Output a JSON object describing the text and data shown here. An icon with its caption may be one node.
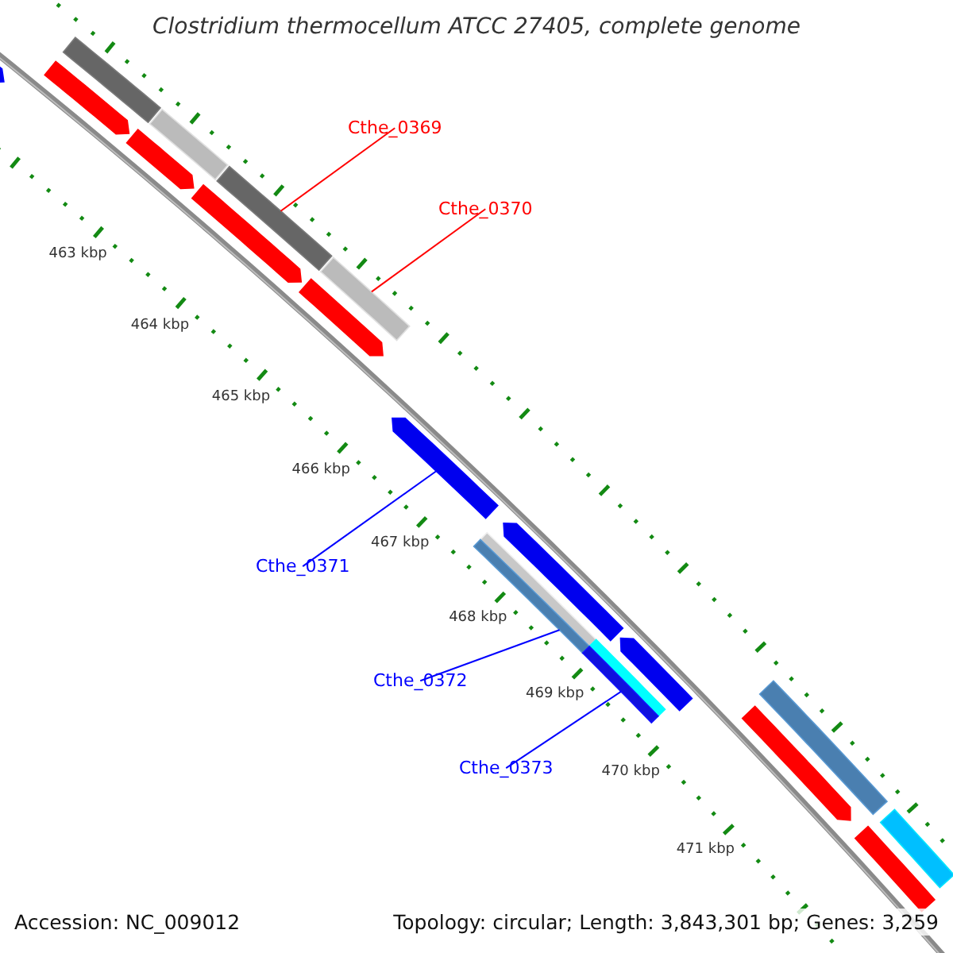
{
  "diagram": {
    "title": "Clostridium thermocellum ATCC 27405, complete genome",
    "nodes": [
      {
        "text": [],
        "shape": "arrow"
      },
      {
        "text": [],
        "shape": "bar"
      },
      {
        "text": [],
        "shape": "arrow"
      },
      {
        "text": [],
        "shape": "bar"
      },
      {
        "text": [],
        "shape": "arrow"
      },
      {
        "text": [
          "Cthe_0369"
        ]
      },
      {
        "text": [],
        "shape": "bar"
      },
      {
        "text": [],
        "shape": "arrow"
      },
      {
        "text": [
          "Cthe_0370"
        ]
      },
      {
        "text": [],
        "shape": "bar"
      },
      {
        "text": [],
        "shape": "arrow"
      },
      {
        "text": [],
        "shape": "arrow"
      },
      {
        "text": [],
        "shape": "arrow"
      },
      {
        "text": [
          "Cthe_0371"
        ]
      },
      {
        "text": [],
        "shape": "bar"
      },
      {
        "text": [],
        "shape": "bar"
      },
      {
        "text": [
          "Cthe_0372"
        ]
      },
      {
        "text": [],
        "shape": "arrow"
      },
      {
        "text": [],
        "shape": "bar"
      },
      {
        "text": [],
        "shape": "bar"
      },
      {
        "text": [
          "Cthe_0373"
        ]
      },
      {
        "text": [],
        "shape": "bar"
      },
      {
        "text": [],
        "shape": "arrow"
      },
      {
        "text": [],
        "shape": "bar"
      },
      {
        "text": [],
        "shape": "bar"
      }
    ],
    "edges": [
      {
        "from": 5,
        "to": 6,
        "arrow": "none",
        "color": "#ff0000"
      },
      {
        "from": 8,
        "to": 9,
        "arrow": "none",
        "color": "#ff0000"
      },
      {
        "from": 13,
        "to": 11,
        "arrow": "none"
      },
      {
        "from": 16,
        "to": 15,
        "arrow": "none"
      },
      {
        "from": 20,
        "to": 19,
        "arrow": "none"
      }
    ],
    "labels": [
      "463 kbp",
      "464 kbp",
      "465 kbp",
      "466 kbp",
      "467 kbp",
      "468 kbp",
      "469 kbp",
      "470 kbp",
      "471 kbp",
      "Accession: NC_009012",
      "Topology: circular; Length: 3,843,301 bp; Genes: 3,259"
    ]
  }
}
